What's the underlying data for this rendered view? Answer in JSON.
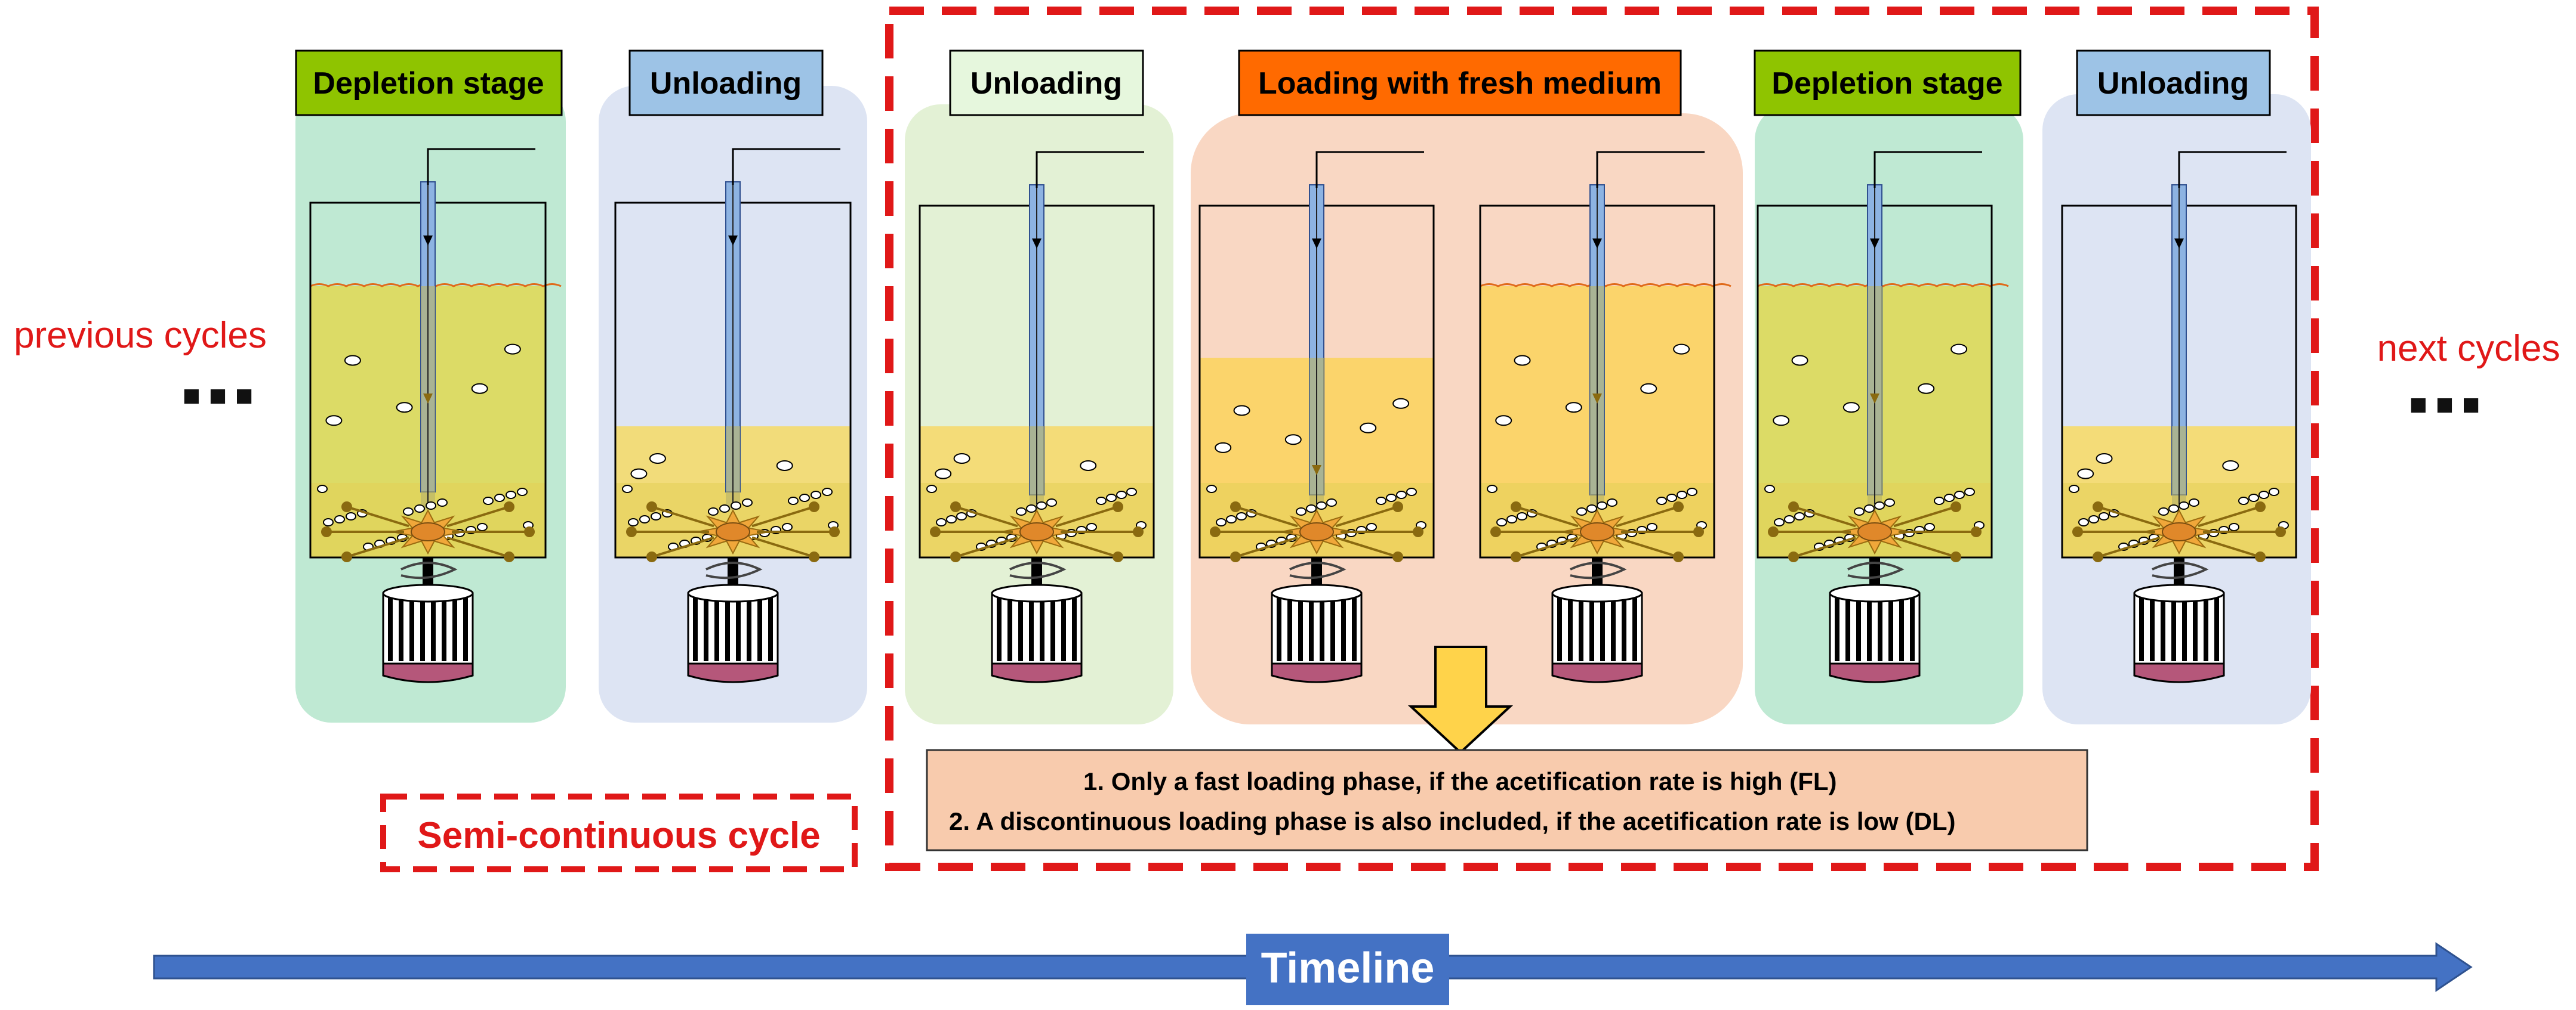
{
  "labels": {
    "previous": "previous cycles",
    "next": "next cycles",
    "ellipsis": "■ ■ ■",
    "semi_continuous": "Semi-continuous cycle",
    "timeline": "Timeline"
  },
  "stages": [
    {
      "tag": "Depletion stage",
      "tag_color": "#8fc400",
      "panel_color": "#bfe9d3"
    },
    {
      "tag": "Unloading",
      "tag_color": "#9dc3e6",
      "panel_color": "#dde4f3"
    },
    {
      "tag": "Unloading",
      "tag_color": "#e6f7dd",
      "panel_color": "#e3f1d5"
    },
    {
      "tag": "Loading with fresh medium",
      "tag_color": "#ff6a00",
      "panel_color": "#f9d7c3"
    },
    {
      "tag": "Depletion stage",
      "tag_color": "#8fc400",
      "panel_color": "#bfe9d3"
    },
    {
      "tag": "Unloading",
      "tag_color": "#9dc3e6",
      "panel_color": "#dde4f3"
    }
  ],
  "reactors": [
    {
      "fill": "full",
      "liquid_color": "#dcdb66"
    },
    {
      "fill": "partial",
      "liquid_color": "#f2dc7a"
    },
    {
      "fill": "partial",
      "liquid_color": "#f4dc78"
    },
    {
      "fill": "medium",
      "liquid_color": "#fbd46b"
    },
    {
      "fill": "full",
      "liquid_color": "#fbd46b"
    },
    {
      "fill": "full",
      "liquid_color": "#dcdb66"
    },
    {
      "fill": "partial",
      "liquid_color": "#f4dc78"
    }
  ],
  "notes": {
    "line1": "1.    Only a fast loading phase, if the acetification rate is high (FL)",
    "line2": "2.    A discontinuous loading phase is also included, if the acetification rate is low (DL)"
  },
  "colors": {
    "accent_red": "#e01818",
    "timeline_blue": "#4472c4",
    "down_arrow": "#ffd34a",
    "notes_bg": "#f8cbad"
  }
}
